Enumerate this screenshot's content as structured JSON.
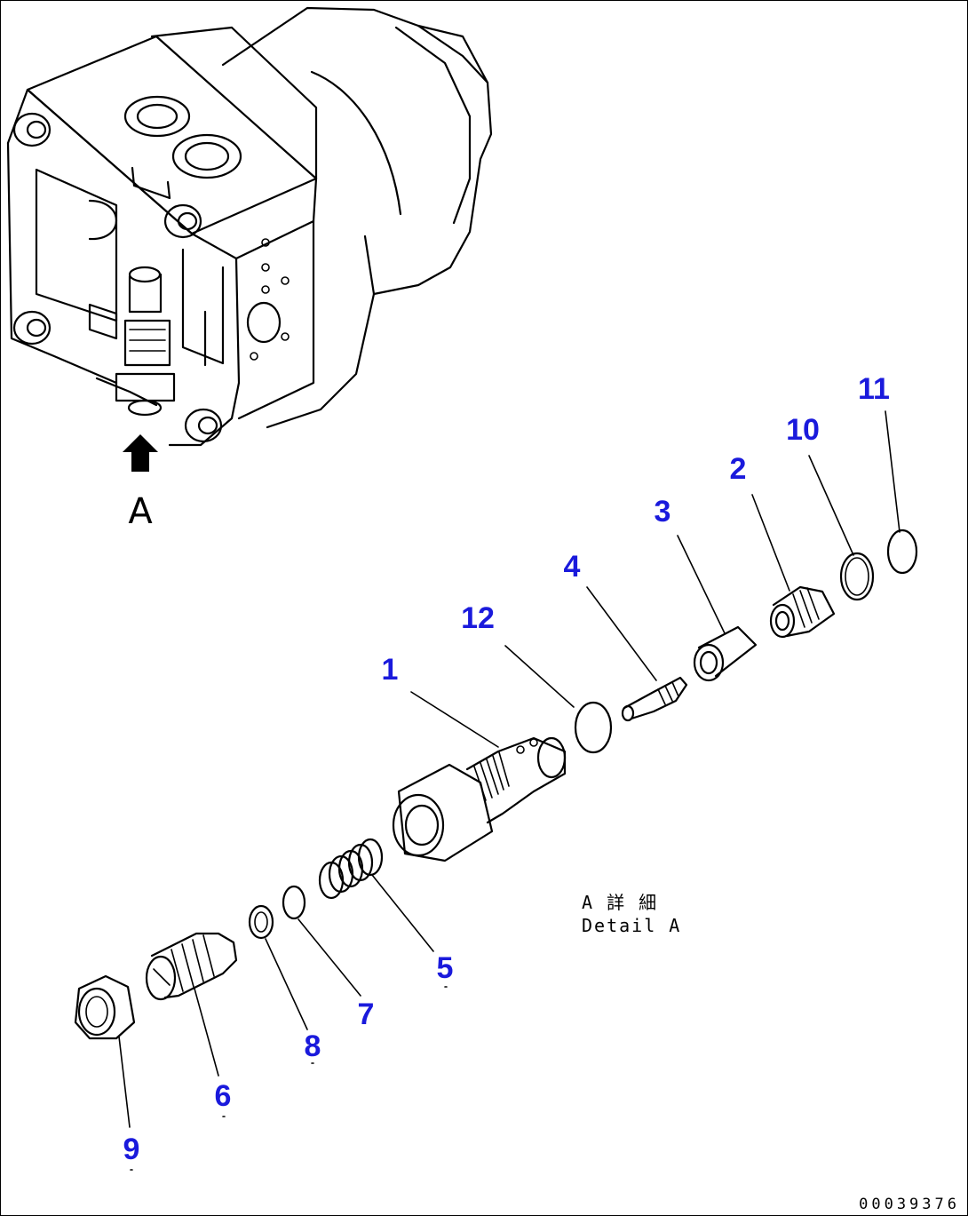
{
  "diagram": {
    "view_marker": "A",
    "detail_caption_jp": "A 詳 細",
    "detail_caption_en": "Detail A",
    "drawing_number": "00039376",
    "callout_color": "#1a1adc",
    "callouts": [
      {
        "id": "p1",
        "label": "1"
      },
      {
        "id": "p2",
        "label": "2"
      },
      {
        "id": "p3",
        "label": "3"
      },
      {
        "id": "p4",
        "label": "4"
      },
      {
        "id": "p5",
        "label": "5"
      },
      {
        "id": "p6",
        "label": "6"
      },
      {
        "id": "p7",
        "label": "7"
      },
      {
        "id": "p8",
        "label": "8"
      },
      {
        "id": "p9",
        "label": "9"
      },
      {
        "id": "p10",
        "label": "10"
      },
      {
        "id": "p11",
        "label": "11"
      },
      {
        "id": "p12",
        "label": "12"
      }
    ]
  }
}
